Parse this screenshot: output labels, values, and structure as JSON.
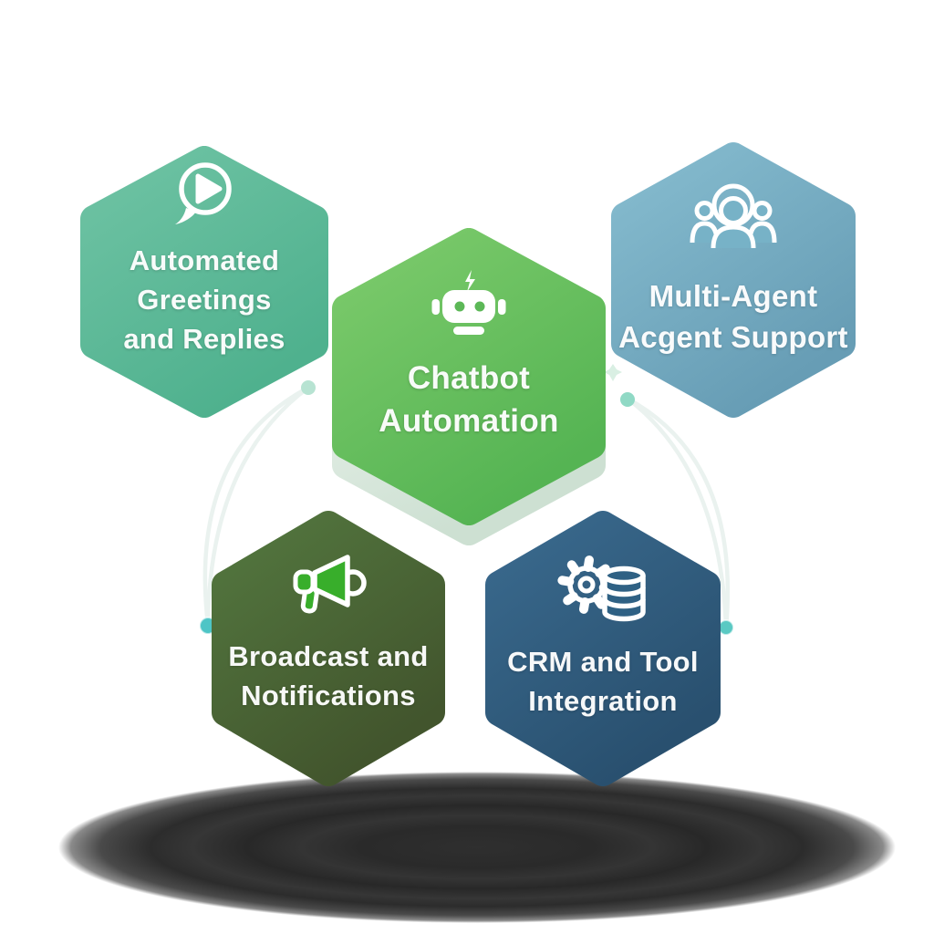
{
  "diagram": {
    "type": "hexagon-feature-infographic",
    "background_color": "#ffffff",
    "text_color": "#ffffff",
    "connector_color": "#e9f2ef",
    "sparkle_color": "#d9efe3",
    "shadow_color": "#2b2b2b",
    "nodes": [
      {
        "id": "automated-greetings-replies",
        "icon": "chat-play-icon",
        "lines": [
          "Automated",
          "Greetings",
          "and Replies"
        ],
        "colors": {
          "start": "#6fc3a4",
          "end": "#4fb18e"
        }
      },
      {
        "id": "chatbot-automation",
        "icon": "robot-icon",
        "lines": [
          "Chatbot",
          "Automation"
        ],
        "colors": {
          "start": "#7dcb6c",
          "end": "#55b453"
        }
      },
      {
        "id": "multi-agent-support",
        "icon": "agents-group-icon",
        "lines": [
          "Multi-Agent",
          "Acgent Support"
        ],
        "colors": {
          "start": "#86bccf",
          "end": "#679db5"
        }
      },
      {
        "id": "broadcast-notifications",
        "icon": "megaphone-icon",
        "lines": [
          "Broadcast and",
          "Notifications"
        ],
        "colors": {
          "start": "#53773f",
          "end": "#42552d"
        }
      },
      {
        "id": "crm-tool-integration",
        "icon": "gear-database-icon",
        "lines": [
          "CRM and Tool",
          "Integration"
        ],
        "colors": {
          "start": "#3a6a8e",
          "end": "#29506f"
        }
      }
    ],
    "dot_colors": {
      "upper_left": "#b7e3d2",
      "lower_left": "#4ec5c6",
      "upper_right": "#90d9c5",
      "lower_right": "#5ac9c3"
    }
  }
}
